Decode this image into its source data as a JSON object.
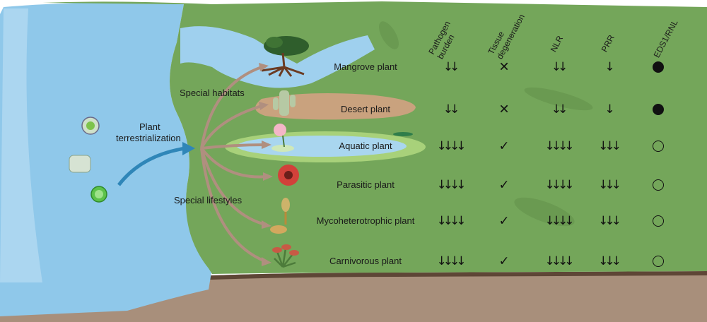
{
  "evolution": {
    "terrestrialization_line1": "Plant",
    "terrestrialization_line2": "terrestrialization",
    "special_habitats": "Special habitats",
    "special_lifestyles": "Special lifestyles"
  },
  "columns": [
    {
      "line1": "Pathogen",
      "line2": "burden"
    },
    {
      "line1": "Tissue",
      "line2": "degeneration"
    },
    {
      "line1": "NLR",
      "line2": ""
    },
    {
      "line1": "PRR",
      "line2": ""
    },
    {
      "line1": "EDS1/RNL",
      "line2": ""
    }
  ],
  "rows": [
    {
      "plant": "Mangrove plant",
      "pathogen_burden": "↓↓",
      "tissue_degeneration": "✕",
      "nlr": "↓↓",
      "prr": "↓",
      "eds1_rnl": "present"
    },
    {
      "plant": "Desert plant",
      "pathogen_burden": "↓↓",
      "tissue_degeneration": "✕",
      "nlr": "↓↓",
      "prr": "↓",
      "eds1_rnl": "present"
    },
    {
      "plant": "Aquatic plant",
      "pathogen_burden": "↓↓↓↓",
      "tissue_degeneration": "✓",
      "nlr": "↓↓↓↓",
      "prr": "↓↓↓",
      "eds1_rnl": "absent"
    },
    {
      "plant": "Parasitic plant",
      "pathogen_burden": "↓↓↓↓",
      "tissue_degeneration": "✓",
      "nlr": "↓↓↓↓",
      "prr": "↓↓↓",
      "eds1_rnl": "absent"
    },
    {
      "plant": "Mycoheterotrophic plant",
      "pathogen_burden": "↓↓↓↓",
      "tissue_degeneration": "✓",
      "nlr": "↓↓↓↓",
      "prr": "↓↓↓",
      "eds1_rnl": "absent"
    },
    {
      "plant": "Carnivorous plant",
      "pathogen_burden": "↓↓↓↓",
      "tissue_degeneration": "✓",
      "nlr": "↓↓↓↓",
      "prr": "↓↓↓",
      "eds1_rnl": "absent"
    }
  ],
  "colors": {
    "water": "#8fc8ea",
    "land": "#74a65a",
    "soil": "#a88f7b",
    "soil_edge": "#5e4636",
    "arrow": "#b08f7f",
    "terrestrialization_arrow": "#2f86b8"
  }
}
